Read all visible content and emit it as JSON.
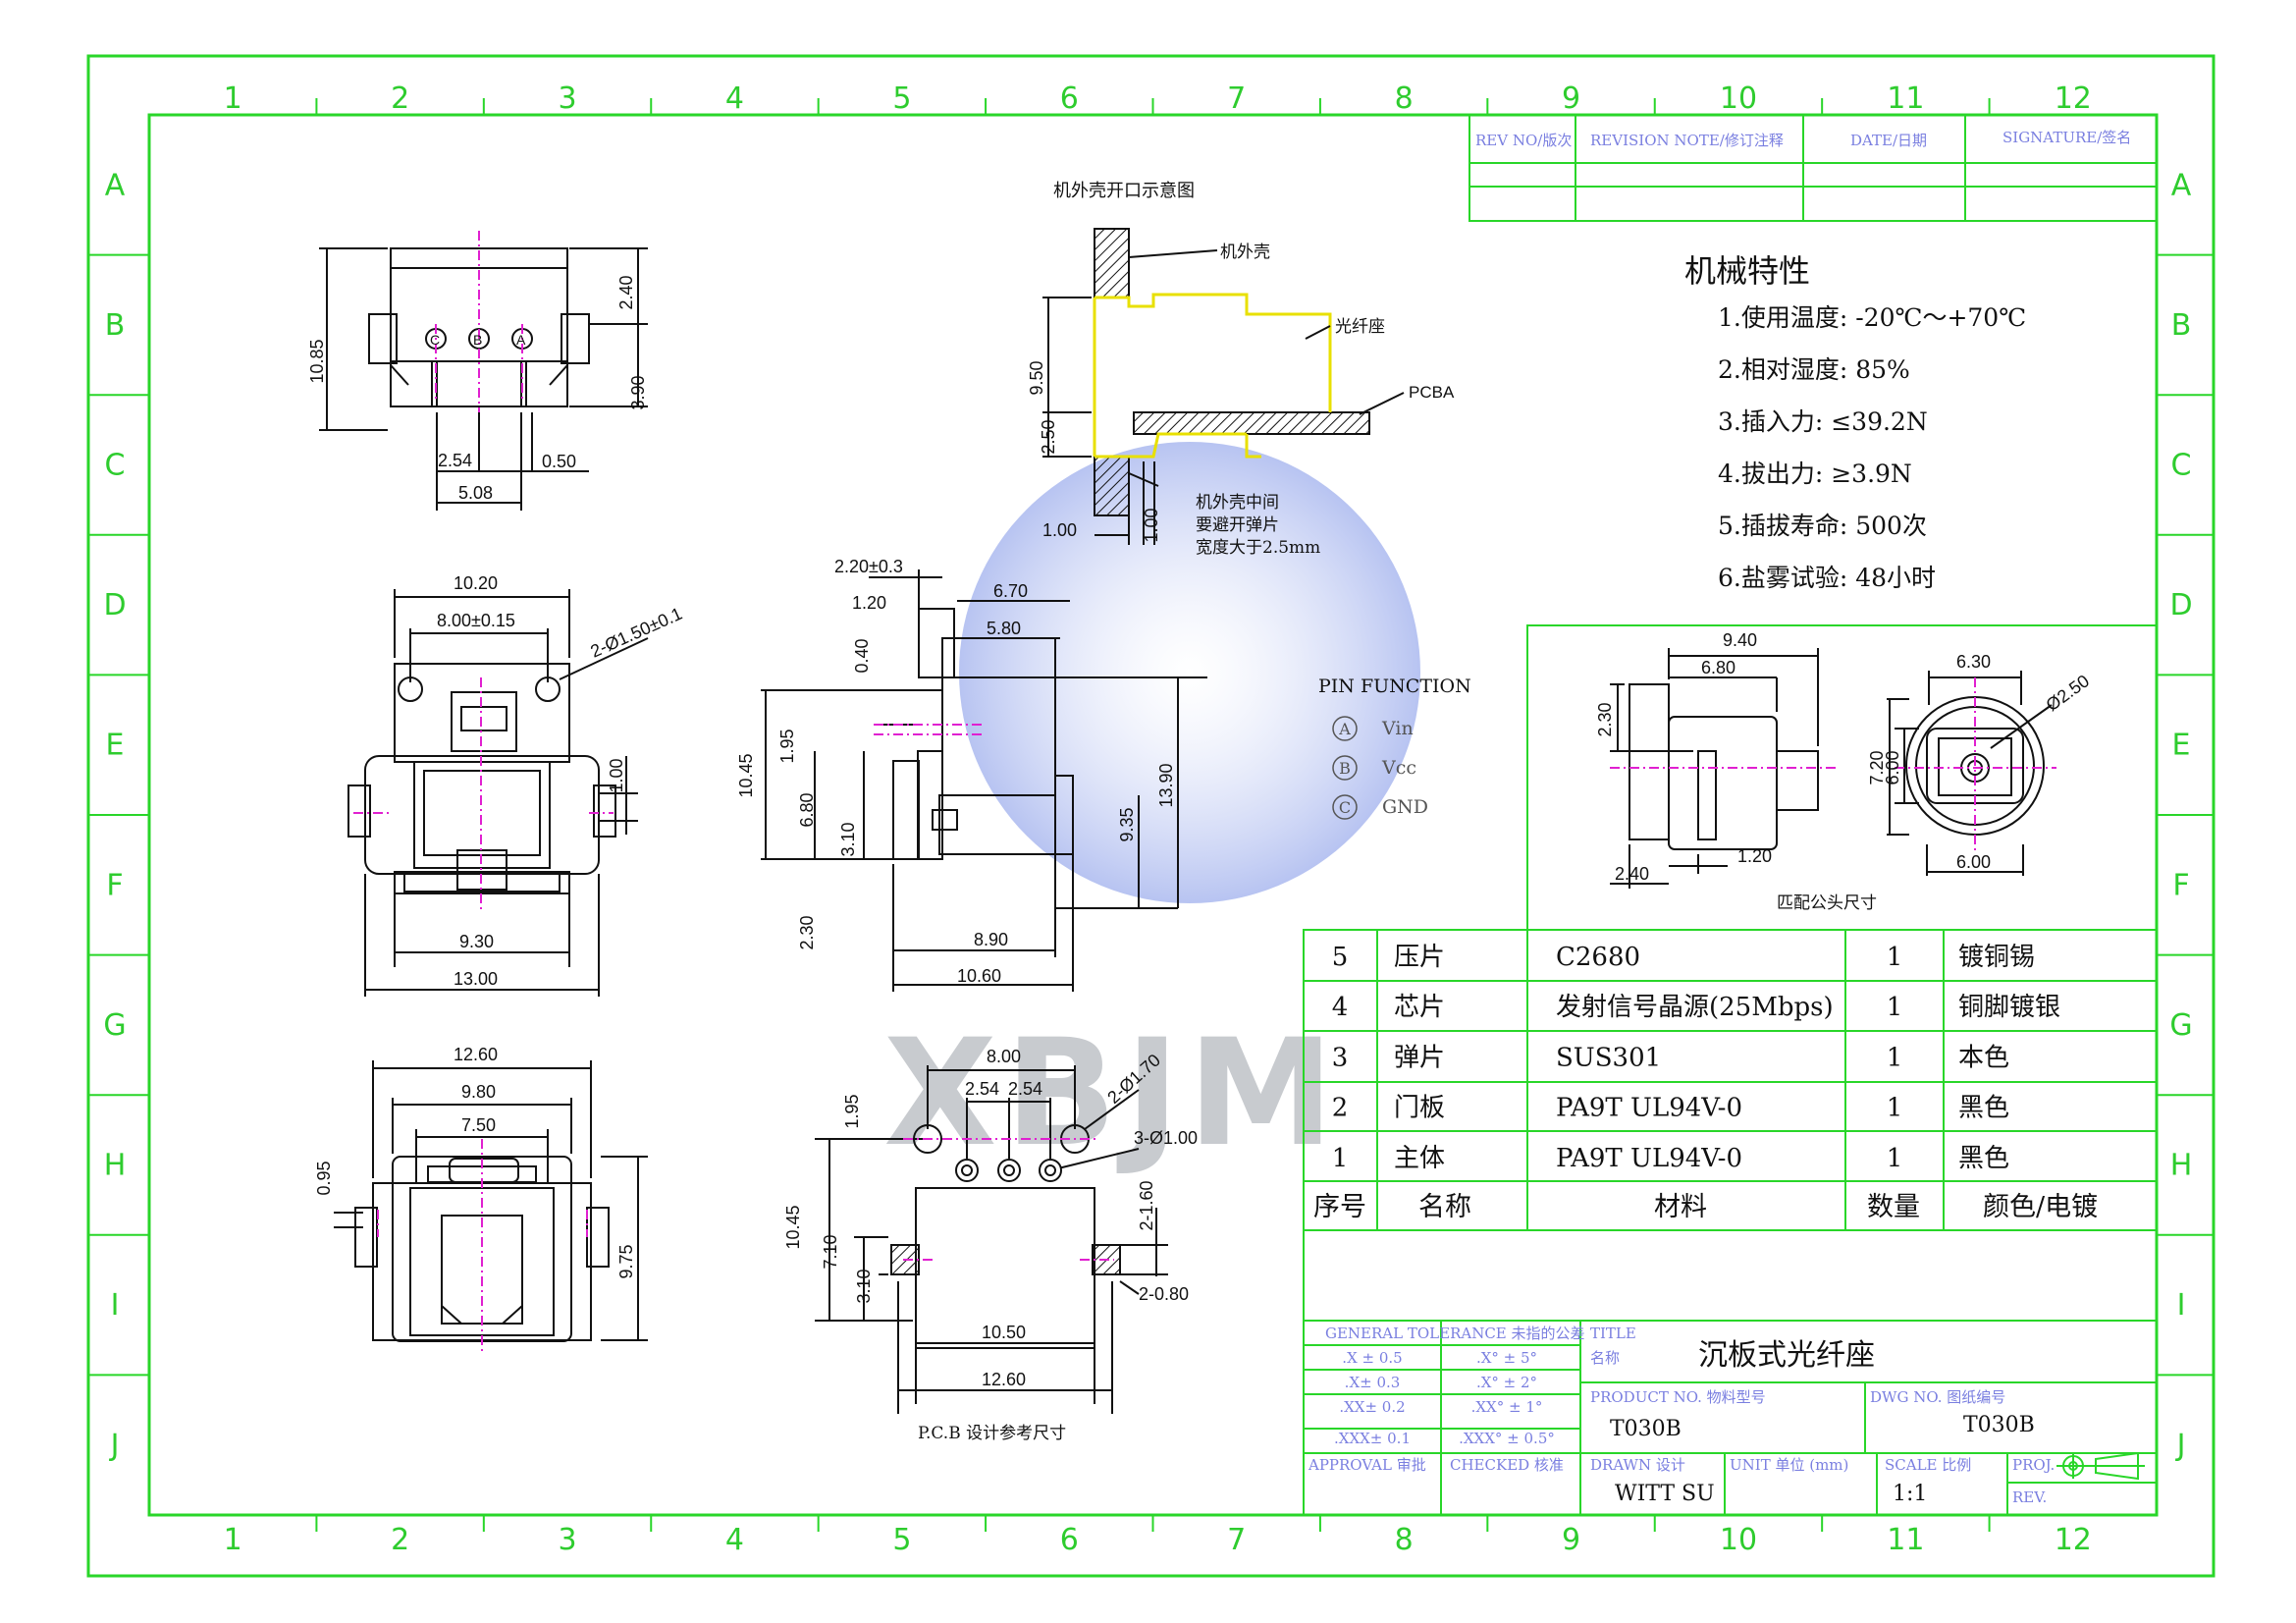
{
  "colors": {
    "frame": "#29d629",
    "ink": "#111111",
    "magenta": "#e020d0",
    "yellow": "#e8e000",
    "watermark": "#7d93e6"
  },
  "grid": {
    "cols": [
      "1",
      "2",
      "3",
      "4",
      "5",
      "6",
      "7",
      "8",
      "9",
      "10",
      "11",
      "12"
    ],
    "rows": [
      "A",
      "B",
      "C",
      "D",
      "E",
      "F",
      "G",
      "H",
      "I",
      "J"
    ]
  },
  "revision": {
    "rev_no": "REV NO/版次",
    "note": "REVISION NOTE/修订注释",
    "date": "DATE/日期",
    "signature": "SIGNATURE/签名"
  },
  "mech": {
    "title": "机械特性",
    "items": [
      "1.使用温度: -20℃～+70℃",
      "2.相对湿度: 85%",
      "3.插入力: ≤39.2N",
      "4.拔出力: ≥3.9N",
      "5.插拔寿命: 500次",
      "6.盐雾试验: 48小时"
    ]
  },
  "pin": {
    "title": "PIN FUNCTION",
    "items": [
      {
        "letter": "A",
        "name": "Vin"
      },
      {
        "letter": "B",
        "name": "Vcc"
      },
      {
        "letter": "C",
        "name": "GND"
      }
    ]
  },
  "panel_view": {
    "title": "机外壳开口示意图",
    "housing": "机外壳",
    "seat": "光纤座",
    "pcba": "PCBA",
    "note1": "机外壳中间",
    "note2": "要避开弹片",
    "note3": "宽度大于2.5mm"
  },
  "mating": {
    "caption": "匹配公头尺寸",
    "d1": "9.40",
    "d2": "6.80",
    "d3": "2.30",
    "d4": "1.20",
    "d5": "2.40",
    "d6": "6.30",
    "d7": "Ø2.50",
    "d8": "7.20",
    "d9": "6.00",
    "d10": "6.00"
  },
  "pcb": {
    "caption": "P.C.B 设计参考尺寸"
  },
  "dims": {
    "top": [
      "10.85",
      "2.40",
      "3.90",
      "2.54",
      "0.50",
      "5.08"
    ],
    "panel": [
      "9.50",
      "2.50",
      "1.00",
      "1.00"
    ],
    "front": [
      "10.20",
      "8.00±0.15",
      "2-Ø1.50±0.1",
      "1.00",
      "9.30",
      "13.00"
    ],
    "side": [
      "2.20±0.3",
      "1.20",
      "6.70",
      "5.80",
      "0.40",
      "1.95",
      "10.45",
      "6.80",
      "3.10",
      "9.35",
      "13.90",
      "2.30",
      "8.90",
      "10.60"
    ],
    "bottom": [
      "12.60",
      "9.80",
      "7.50",
      "0.95",
      "9.75"
    ],
    "pcbd": [
      "8.00",
      "2.54",
      "2.54",
      "2-Ø1.70",
      "1.95",
      "3-Ø1.00",
      "10.45",
      "7.10",
      "3.10",
      "2-1.60",
      "2-0.80",
      "10.50",
      "12.60"
    ]
  },
  "bom": {
    "rows": [
      {
        "no": "5",
        "name": "压片",
        "mat": "C2680",
        "qty": "1",
        "finish": "镀铜锡"
      },
      {
        "no": "4",
        "name": "芯片",
        "mat": "发射信号晶源(25Mbps)",
        "qty": "1",
        "finish": "铜脚镀银"
      },
      {
        "no": "3",
        "name": "弹片",
        "mat": "SUS301",
        "qty": "1",
        "finish": "本色"
      },
      {
        "no": "2",
        "name": "门板",
        "mat": "PA9T UL94V-0",
        "qty": "1",
        "finish": "黑色"
      },
      {
        "no": "1",
        "name": "主体",
        "mat": "PA9T UL94V-0",
        "qty": "1",
        "finish": "黑色"
      }
    ],
    "header": {
      "no": "序号",
      "name": "名称",
      "mat": "材料",
      "qty": "数量",
      "finish": "颜色/电镀"
    }
  },
  "titleblock": {
    "tol_title": "GENERAL TOLERANCE 未指的公差",
    "tol": [
      ".X ± 0.5",
      ".X° ± 5°",
      ".X± 0.3",
      ".X° ± 2°",
      ".XX± 0.2",
      ".XX° ± 1°",
      ".XXX± 0.1",
      ".XXX° ± 0.5°"
    ],
    "title_label": "TITLE",
    "title_label_cn": "名称",
    "title": "沉板式光纤座",
    "product_label": "PRODUCT NO. 物料型号",
    "product": "T030B",
    "dwg_label": "DWG NO. 图纸编号",
    "dwg": "T030B",
    "approval": "APPROVAL 审批",
    "checked": "CHECKED 核准",
    "drawn_label": "DRAWN 设计",
    "drawn": "WITT SU",
    "unit_label": "UNIT 单位 (mm)",
    "scale_label": "SCALE 比例",
    "scale": "1:1",
    "proj": "PROJ.",
    "rev": "REV."
  },
  "watermark": "XBJM"
}
